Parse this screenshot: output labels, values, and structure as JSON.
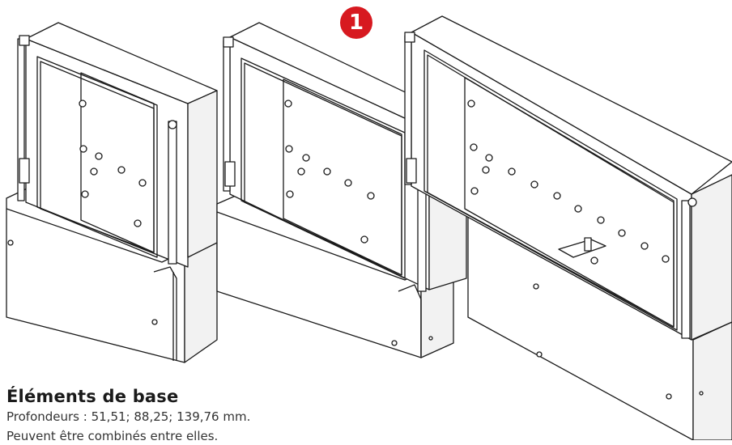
{
  "badge": {
    "number": "1",
    "color": "#d71920"
  },
  "caption": {
    "title": "Éléments de base",
    "line1": "Profondeurs : 51,51; 88,25; 139,76 mm.",
    "line2": "Peuvent être combinés entre elles."
  },
  "colors": {
    "line": "#1a1a1a",
    "fill": "#ffffff",
    "shade": "#f2f2f2"
  }
}
